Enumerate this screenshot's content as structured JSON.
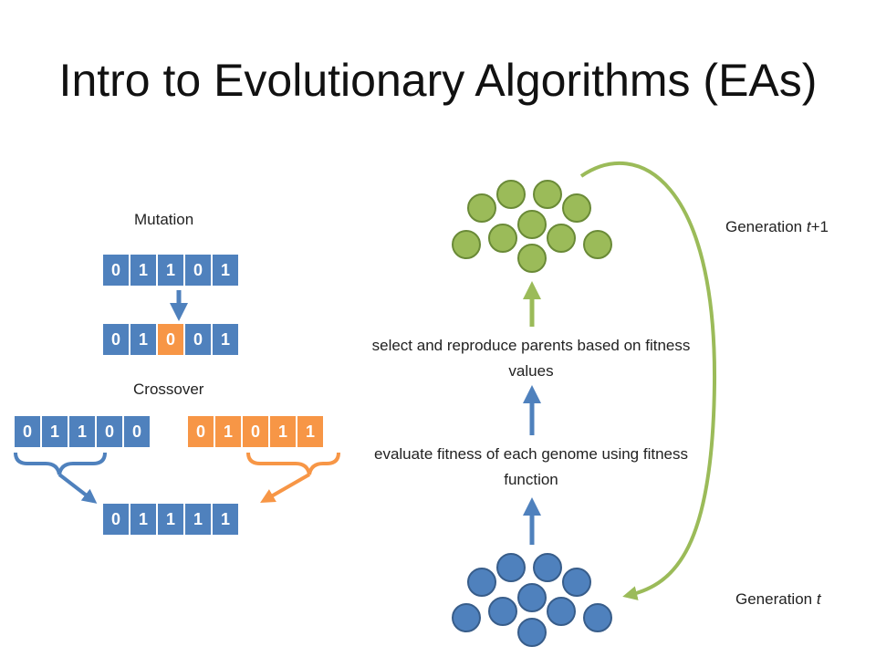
{
  "title": "Intro to Evolutionary Algorithms (EAs)",
  "colors": {
    "blue": "#4f81bd",
    "orange": "#f79646",
    "green": "#9bbb59"
  },
  "mutation": {
    "label": "Mutation",
    "before": [
      "0",
      "1",
      "1",
      "0",
      "1"
    ],
    "after": [
      "0",
      "1",
      "0",
      "0",
      "1"
    ],
    "mutated_index": 2
  },
  "crossover": {
    "label": "Crossover",
    "parent_a": [
      "0",
      "1",
      "1",
      "0",
      "0"
    ],
    "parent_b": [
      "0",
      "1",
      "0",
      "1",
      "1"
    ],
    "child": [
      "0",
      "1",
      "1",
      "1",
      "1"
    ]
  },
  "flow": {
    "step_select": "select and reproduce parents based on fitness values",
    "step_evaluate": "evaluate fitness of each genome using fitness function",
    "generation_next_prefix": "Generation ",
    "generation_next_var": "t",
    "generation_next_suffix": "+1",
    "generation_current_prefix": "Generation ",
    "generation_current_var": "t"
  }
}
